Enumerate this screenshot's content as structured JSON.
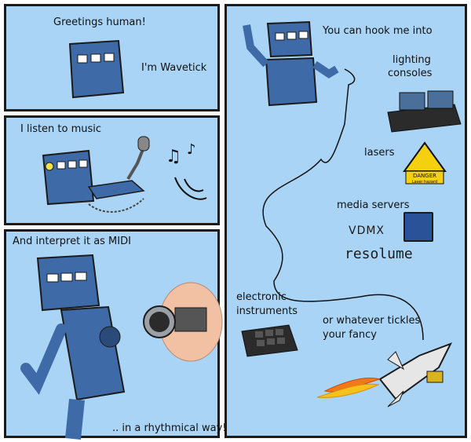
{
  "panel1": {
    "greeting": "Greetings human!",
    "name": "I'm Wavetick"
  },
  "panel2": {
    "caption": "I listen to music"
  },
  "panel3": {
    "caption": "And interpret it as MIDI",
    "footer": ".. in a rhythmical way!"
  },
  "panel4": {
    "intro": "You can hook me into",
    "lighting": [
      "lighting",
      "consoles"
    ],
    "lasers": "lasers",
    "laser_sign": [
      "DANGER",
      "Laser hazard"
    ],
    "media_servers": "media servers",
    "logo_vdmx": "VDMX",
    "logo_resolume": "resolume",
    "instruments": [
      "electronic",
      "instruments"
    ],
    "fancy": [
      "or whatever tickles",
      "your fancy"
    ]
  },
  "colors": {
    "panel_bg": "#a9d4f5",
    "robot_blue": "#3f6aa8",
    "robot_dark": "#2a4a7a",
    "border": "#1b1b1b"
  }
}
